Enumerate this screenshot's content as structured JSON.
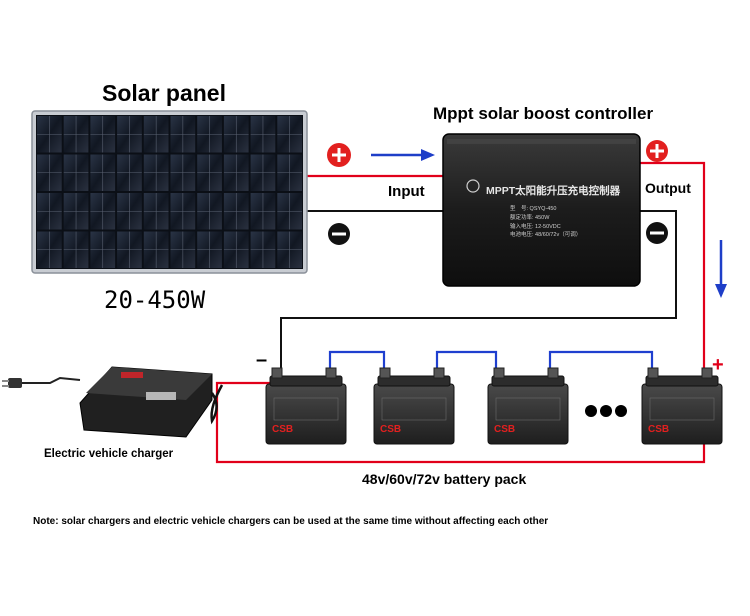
{
  "labels": {
    "solar_panel": "Solar panel",
    "power_range": "20-450W",
    "controller_title": "Mppt solar boost controller",
    "input": "Input",
    "output": "Output",
    "charger": "Electric vehicle charger",
    "battery_pack": "48v/60v/72v battery pack",
    "note": "Note: solar chargers and electric vehicle chargers can be used at the same time without affecting each other",
    "plus": "+",
    "minus": "–"
  },
  "controller_plate": {
    "brand": "MPPT太阳能升压充电控制器",
    "specs": [
      "型　号: QSYQ-450",
      "额定功率: 450W",
      "输入电压: 12-50VDC",
      "电池电压: 48/60/72v（可调）"
    ]
  },
  "battery_label": "CSB",
  "colors": {
    "positive_wire": "#e1001a",
    "negative_wire": "#111111",
    "bridge_wire": "#1f3fcf",
    "arrow": "#1e3ec8",
    "terminal_plus": "#e2201f"
  }
}
